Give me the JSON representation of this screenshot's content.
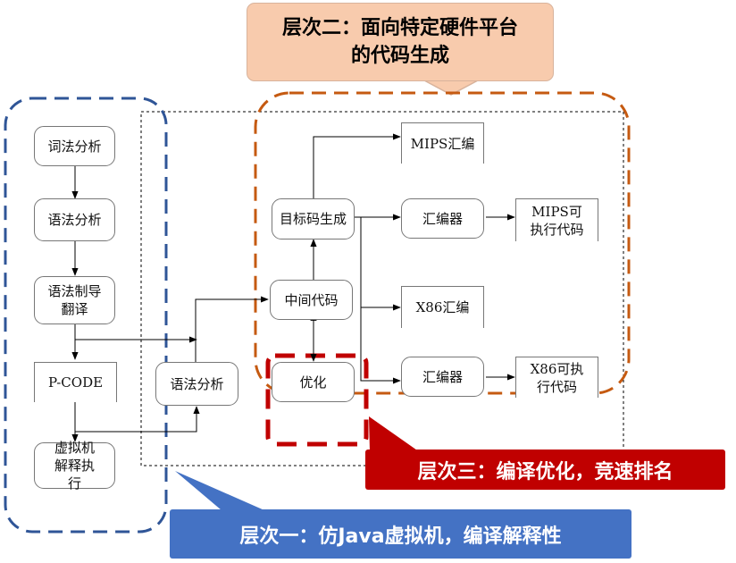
{
  "callouts": {
    "level2": {
      "line1": "层次二：面向特定硬件平台",
      "line2": "的代码生成"
    },
    "level3": "层次三：编译优化，竞速排名",
    "level1": "层次一：仿Java虚拟机，编译解释性"
  },
  "left_column": {
    "lexical": "词法分析",
    "syntax": "语法分析",
    "translation": "语法制导翻译",
    "pcode": "P-CODE",
    "vm": "虚拟机解释执行"
  },
  "middle": {
    "syntax2": "语法分析"
  },
  "pipeline": {
    "target_gen": "目标码生成",
    "intermediate": "中间代码",
    "optimize": "优化",
    "mips_asm_code": "MIPS汇编",
    "assembler1": "汇编器",
    "mips_exec": "MIPS可执行代码",
    "x86_asm_code": "X86汇编",
    "assembler2": "汇编器",
    "x86_exec": "X86可执行代码"
  },
  "colors": {
    "level1_frame": "#2f5597",
    "level2_frame": "#c55a11",
    "level3_frame": "#c00000",
    "level2_fill": "#f8cbad",
    "level1_fill": "#4472c4"
  }
}
